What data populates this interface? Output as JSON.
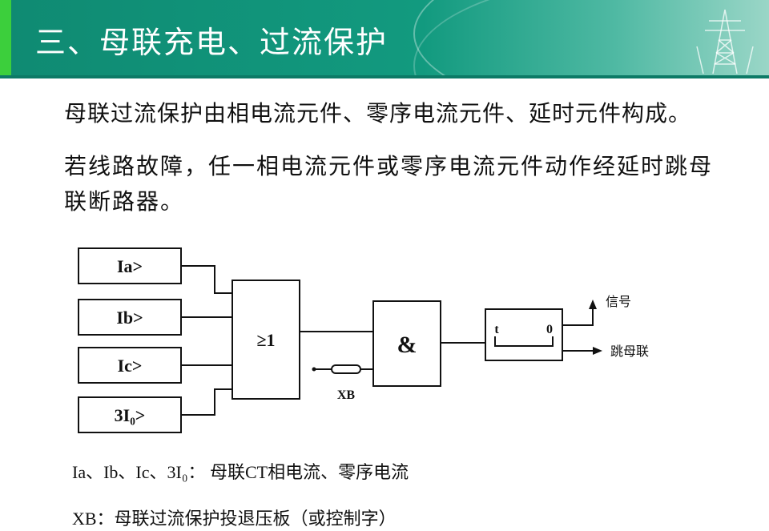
{
  "header": {
    "title": "三、母联充电、过流保护",
    "accent_color": "#129a7f",
    "icon": "transmission-tower-icon"
  },
  "body": {
    "paragraph1": "母联过流保护由相电流元件、零序电流元件、延时元件构成。",
    "paragraph2_line1": "若线路故障，任一相电流元件或零序电流元件动作经延时跳母",
    "paragraph2_line2": "联断路器。"
  },
  "diagram": {
    "inputs": [
      "Ia>",
      "Ib>",
      "Ic>",
      "3I₀>"
    ],
    "or_gate": "≥1",
    "and_gate": "&",
    "pressing_plate": "XB",
    "timer_start": "t",
    "timer_end": "0",
    "output_signal": "信号",
    "output_trip": "跳母联"
  },
  "notes": {
    "line1": "Ia、Ib、Ic、3I₀： 母联CT相电流、零序电流",
    "line2": "XB：母联过流保护投退压板（或控制字）"
  }
}
